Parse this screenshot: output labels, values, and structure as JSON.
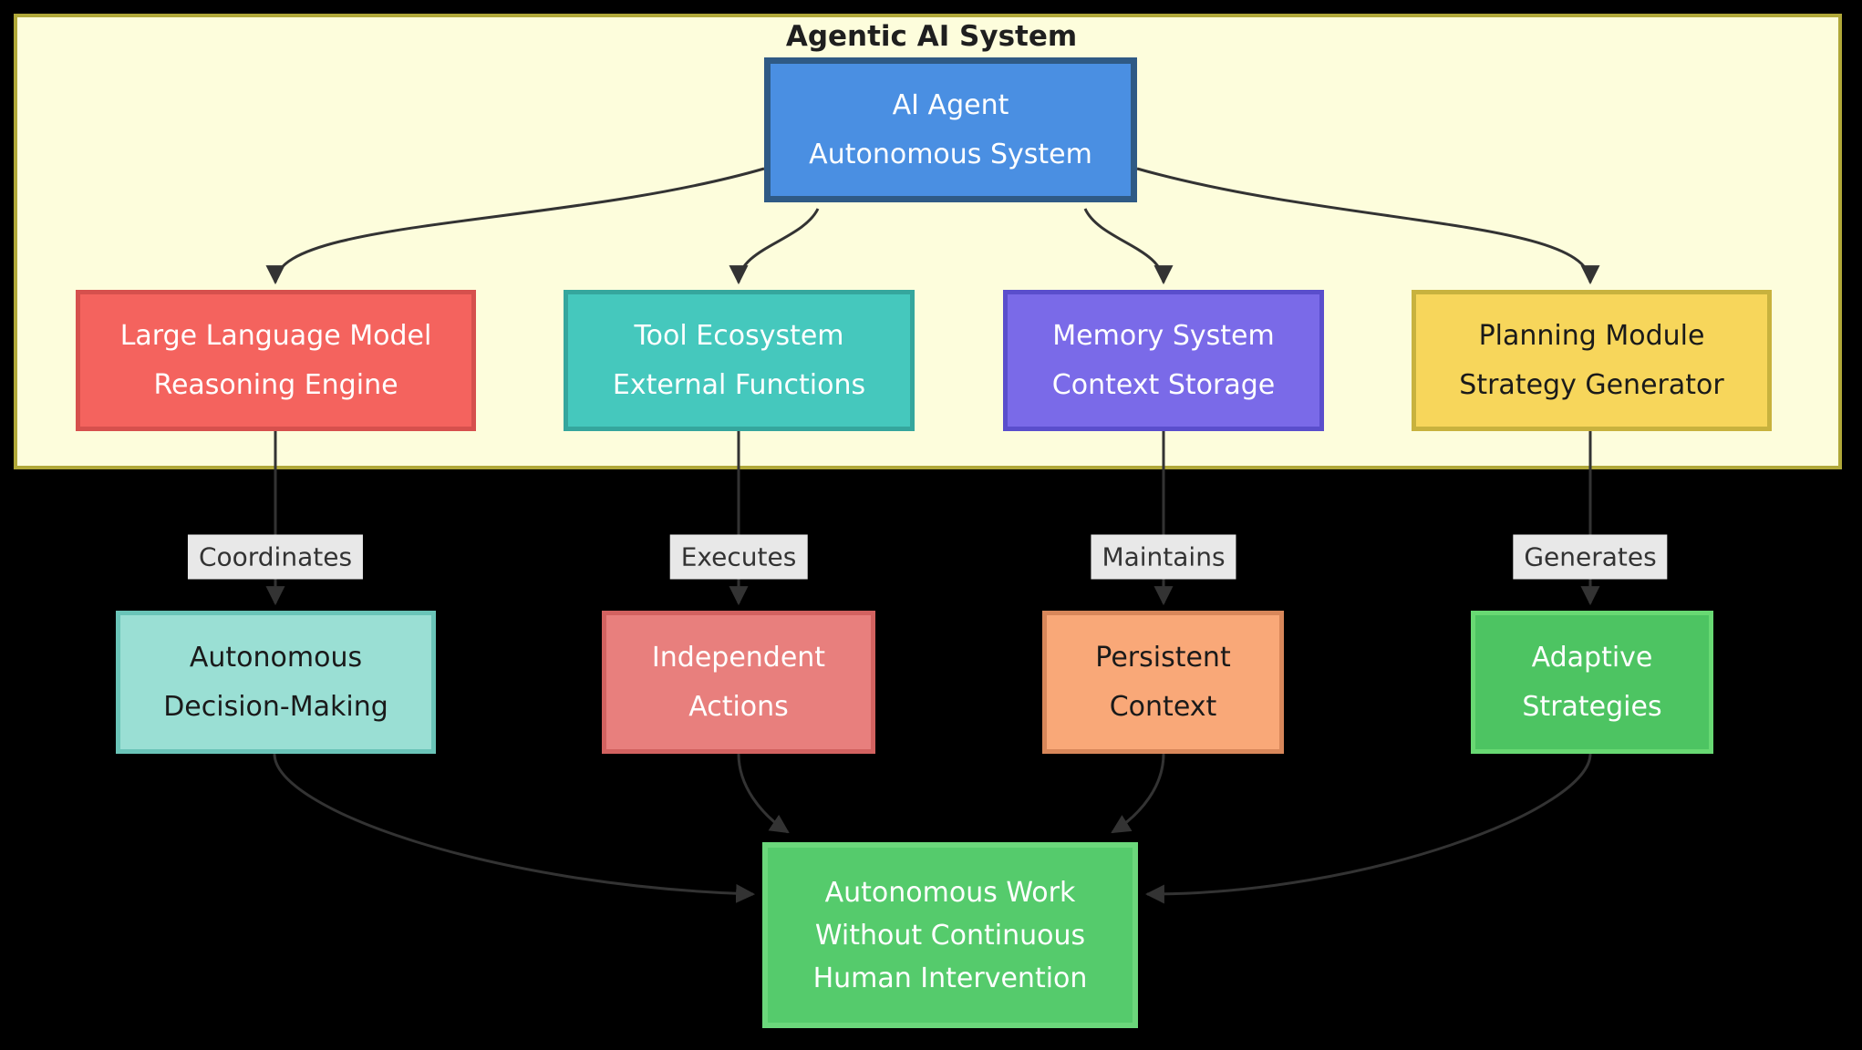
{
  "diagram": {
    "title": "Agentic AI System",
    "background_color": "#000000",
    "container_fill": "#fdfddc",
    "container_stroke": "#b0a839",
    "edge_color": "#333333",
    "edge_label_background": "#e8e8e8",
    "edge_label_text_color": "#333333"
  },
  "nodes": {
    "agent": {
      "lines": [
        "AI Agent",
        "Autonomous System"
      ],
      "fill": "#4a8fe2",
      "stroke": "#2f5a85",
      "text": "#ffffff"
    },
    "llm": {
      "lines": [
        "Large Language Model",
        "Reasoning Engine"
      ],
      "fill": "#f4635e",
      "stroke": "#d6504d",
      "text": "#ffffff"
    },
    "tools": {
      "lines": [
        "Tool Ecosystem",
        "External Functions"
      ],
      "fill": "#45c8bd",
      "stroke": "#35a69d",
      "text": "#ffffff"
    },
    "memory": {
      "lines": [
        "Memory System",
        "Context Storage"
      ],
      "fill": "#7a6ae8",
      "stroke": "#5a4ecc",
      "text": "#ffffff"
    },
    "planning": {
      "lines": [
        "Planning Module",
        "Strategy Generator"
      ],
      "fill": "#f7d65b",
      "stroke": "#c8b23e",
      "text": "#1a1a1a"
    },
    "decision": {
      "lines": [
        "Autonomous",
        "Decision-Making"
      ],
      "fill": "#9adfd4",
      "stroke": "#6ac4b8",
      "text": "#1a1a1a"
    },
    "actions": {
      "lines": [
        "Independent",
        "Actions"
      ],
      "fill": "#e87f7d",
      "stroke": "#d26260",
      "text": "#ffffff"
    },
    "context": {
      "lines": [
        "Persistent",
        "Context"
      ],
      "fill": "#f9a878",
      "stroke": "#d8875a",
      "text": "#1a1a1a"
    },
    "strategies": {
      "lines": [
        "Adaptive",
        "Strategies"
      ],
      "fill": "#4dc462",
      "stroke": "#68d973",
      "text": "#ffffff"
    },
    "outcome": {
      "lines": [
        "Autonomous Work",
        "Without Continuous",
        "Human Intervention"
      ],
      "fill": "#55cb6c",
      "stroke": "#6bd77b",
      "text": "#ffffff"
    }
  },
  "edges": [
    {
      "from": "agent",
      "to": "llm"
    },
    {
      "from": "agent",
      "to": "tools"
    },
    {
      "from": "agent",
      "to": "memory"
    },
    {
      "from": "agent",
      "to": "planning"
    },
    {
      "from": "llm",
      "to": "decision",
      "label": "Coordinates"
    },
    {
      "from": "tools",
      "to": "actions",
      "label": "Executes"
    },
    {
      "from": "memory",
      "to": "context",
      "label": "Maintains"
    },
    {
      "from": "planning",
      "to": "strategies",
      "label": "Generates"
    },
    {
      "from": "decision",
      "to": "outcome"
    },
    {
      "from": "actions",
      "to": "outcome"
    },
    {
      "from": "context",
      "to": "outcome"
    },
    {
      "from": "strategies",
      "to": "outcome"
    }
  ]
}
